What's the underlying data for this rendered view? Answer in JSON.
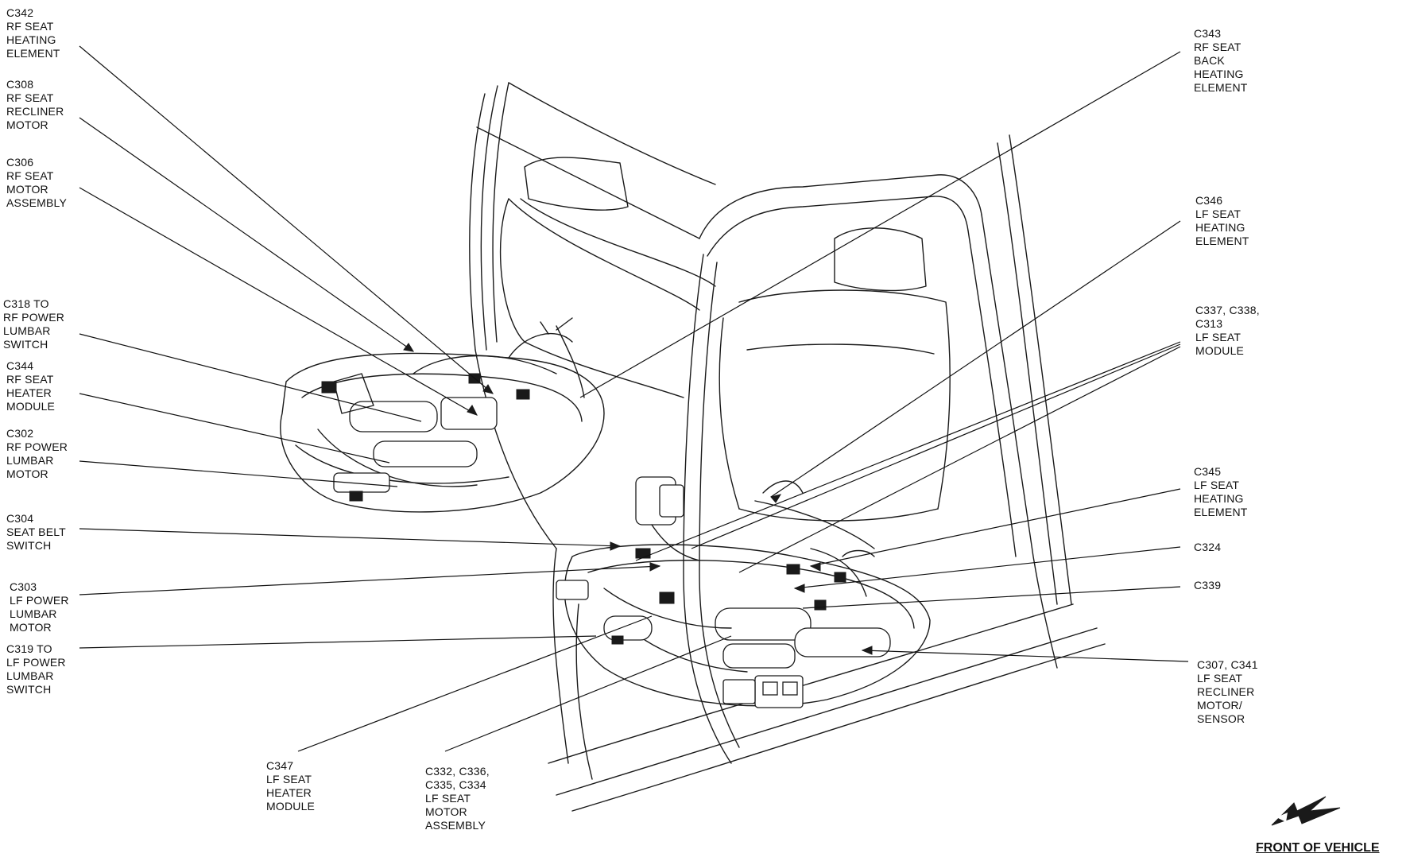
{
  "callouts": [
    {
      "id": "c342",
      "lines": [
        "C342",
        "RF SEAT",
        "HEATING",
        "ELEMENT"
      ]
    },
    {
      "id": "c308",
      "lines": [
        "C308",
        "RF SEAT",
        "RECLINER",
        "MOTOR"
      ]
    },
    {
      "id": "c306",
      "lines": [
        "C306",
        "RF SEAT",
        "MOTOR",
        "ASSEMBLY"
      ]
    },
    {
      "id": "c318",
      "lines": [
        "C318 TO",
        "RF POWER",
        "LUMBAR",
        "SWITCH"
      ]
    },
    {
      "id": "c344",
      "lines": [
        "C344",
        "RF SEAT",
        "HEATER",
        "MODULE"
      ]
    },
    {
      "id": "c302",
      "lines": [
        "C302",
        "RF POWER",
        "LUMBAR",
        "MOTOR"
      ]
    },
    {
      "id": "c304",
      "lines": [
        "C304",
        "SEAT BELT",
        "SWITCH"
      ]
    },
    {
      "id": "c303",
      "lines": [
        "C303",
        "LF POWER",
        "LUMBAR",
        "MOTOR"
      ]
    },
    {
      "id": "c319",
      "lines": [
        "C319 TO",
        "LF POWER",
        "LUMBAR",
        "SWITCH"
      ]
    },
    {
      "id": "c347",
      "lines": [
        "C347",
        "LF SEAT",
        "HEATER",
        "MODULE"
      ]
    },
    {
      "id": "c332",
      "lines": [
        "C332, C336,",
        "C335, C334",
        "LF SEAT",
        "MOTOR",
        "ASSEMBLY"
      ]
    },
    {
      "id": "c343",
      "lines": [
        "C343",
        "RF SEAT",
        "BACK",
        "HEATING",
        "ELEMENT"
      ]
    },
    {
      "id": "c346",
      "lines": [
        "C346",
        "LF SEAT",
        "HEATING",
        "ELEMENT"
      ]
    },
    {
      "id": "c337",
      "lines": [
        "C337, C338,",
        "C313",
        "LF SEAT",
        "MODULE"
      ]
    },
    {
      "id": "c345",
      "lines": [
        "C345",
        "LF SEAT",
        "HEATING",
        "ELEMENT"
      ]
    },
    {
      "id": "c324",
      "lines": [
        "C324"
      ]
    },
    {
      "id": "c339",
      "lines": [
        "C339"
      ]
    },
    {
      "id": "c307",
      "lines": [
        "C307, C341",
        "LF SEAT",
        "RECLINER",
        "MOTOR/",
        "SENSOR"
      ]
    }
  ],
  "front_label": "FRONT OF VEHICLE",
  "colors": {
    "ink": "#1a1a1a",
    "background": "#ffffff"
  },
  "icons": {
    "front_arrow": "front-of-vehicle-arrow-icon"
  }
}
